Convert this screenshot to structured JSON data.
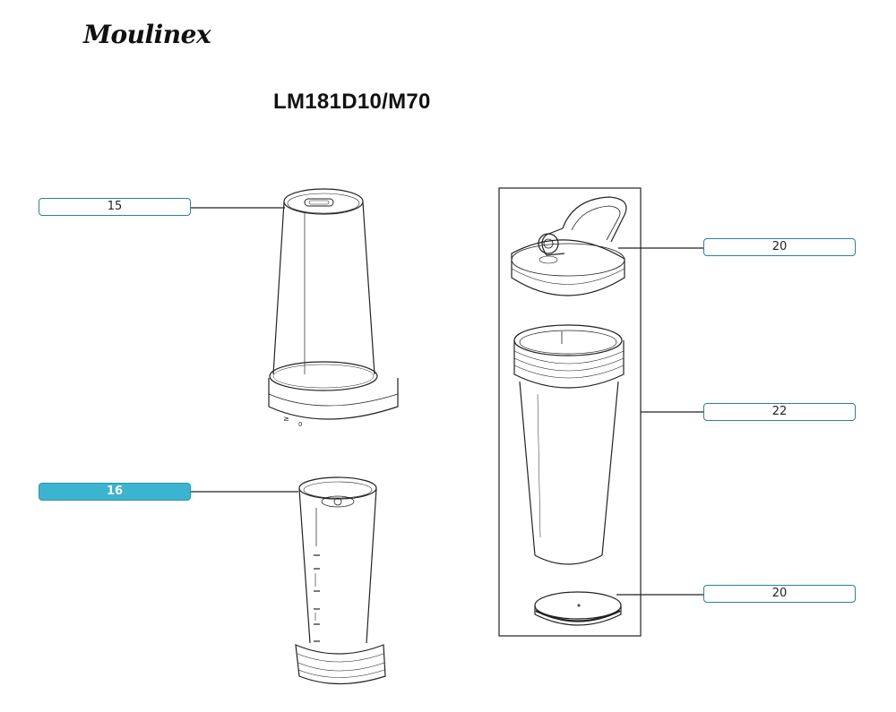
{
  "brand": "Moulinex",
  "model": "LM181D10/M70",
  "callouts": {
    "c15": "15",
    "c16": "16",
    "c20a": "20",
    "c22": "22",
    "c20b": "20"
  },
  "highlight_color": "#3cb4cf"
}
